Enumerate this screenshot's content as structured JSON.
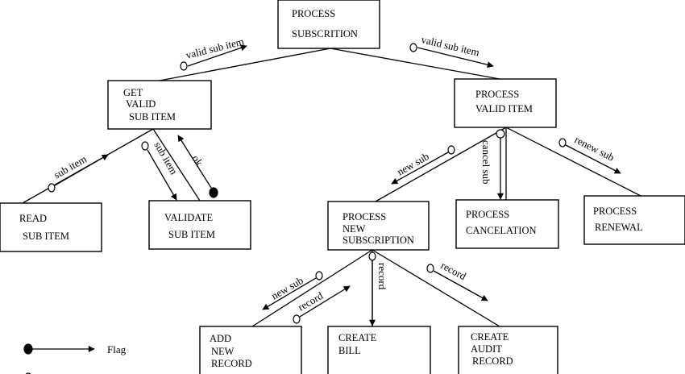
{
  "nodes": {
    "process_subscription": [
      "PROCESS",
      "SUBSCRITION"
    ],
    "get_valid_sub_item": [
      "GET",
      "VALID",
      "SUB ITEM"
    ],
    "process_valid_item": [
      "PROCESS",
      "VALID ITEM"
    ],
    "read_sub_item": [
      "READ",
      "SUB ITEM"
    ],
    "validate_sub_item": [
      "VALIDATE",
      "SUB ITEM"
    ],
    "process_new_subscription": [
      "PROCESS",
      "NEW",
      "SUBSCRIPTION"
    ],
    "process_cancelation": [
      "PROCESS",
      "CANCELATION"
    ],
    "process_renewal": [
      "PROCESS",
      "RENEWAL"
    ],
    "add_new_record": [
      "ADD",
      "NEW",
      "RECORD"
    ],
    "create_bill": [
      "CREATE",
      "BILL"
    ],
    "create_audit_record": [
      "CREATE",
      "AUDIT",
      "RECORD"
    ]
  },
  "flows": {
    "valid_sub_item_left": "valid sub item",
    "valid_sub_item_right": "valid sub item",
    "sub_item_read": "sub item",
    "sub_item_validate": "sub item",
    "ok": "ok",
    "new_sub_pvi": "new sub",
    "cancel_sub": "cancel sub",
    "renew_sub": "renew sub",
    "new_sub_pns": "new sub",
    "record_add": "record",
    "record_bill": "record",
    "record_audit": "record"
  },
  "legend": {
    "flag_label": "Flag"
  }
}
